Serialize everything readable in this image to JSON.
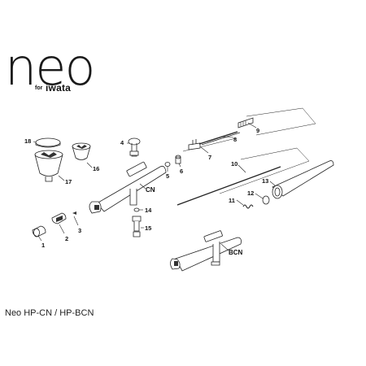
{
  "logo": {
    "wordmark": "neo",
    "for": "for",
    "brand": "iwata"
  },
  "caption": "Neo HP-CN / HP-BCN",
  "labels": {
    "p1": "1",
    "p2": "2",
    "p3": "3",
    "p4": "4",
    "p5": "5",
    "p6": "6",
    "p7": "7",
    "p8": "8",
    "p9": "9",
    "p10": "10",
    "p11": "11",
    "p12": "12",
    "p13": "13",
    "p14": "14",
    "p15": "15",
    "p16": "16",
    "p17": "17",
    "p18": "18",
    "cn": "CN",
    "bcn": "BCN"
  }
}
